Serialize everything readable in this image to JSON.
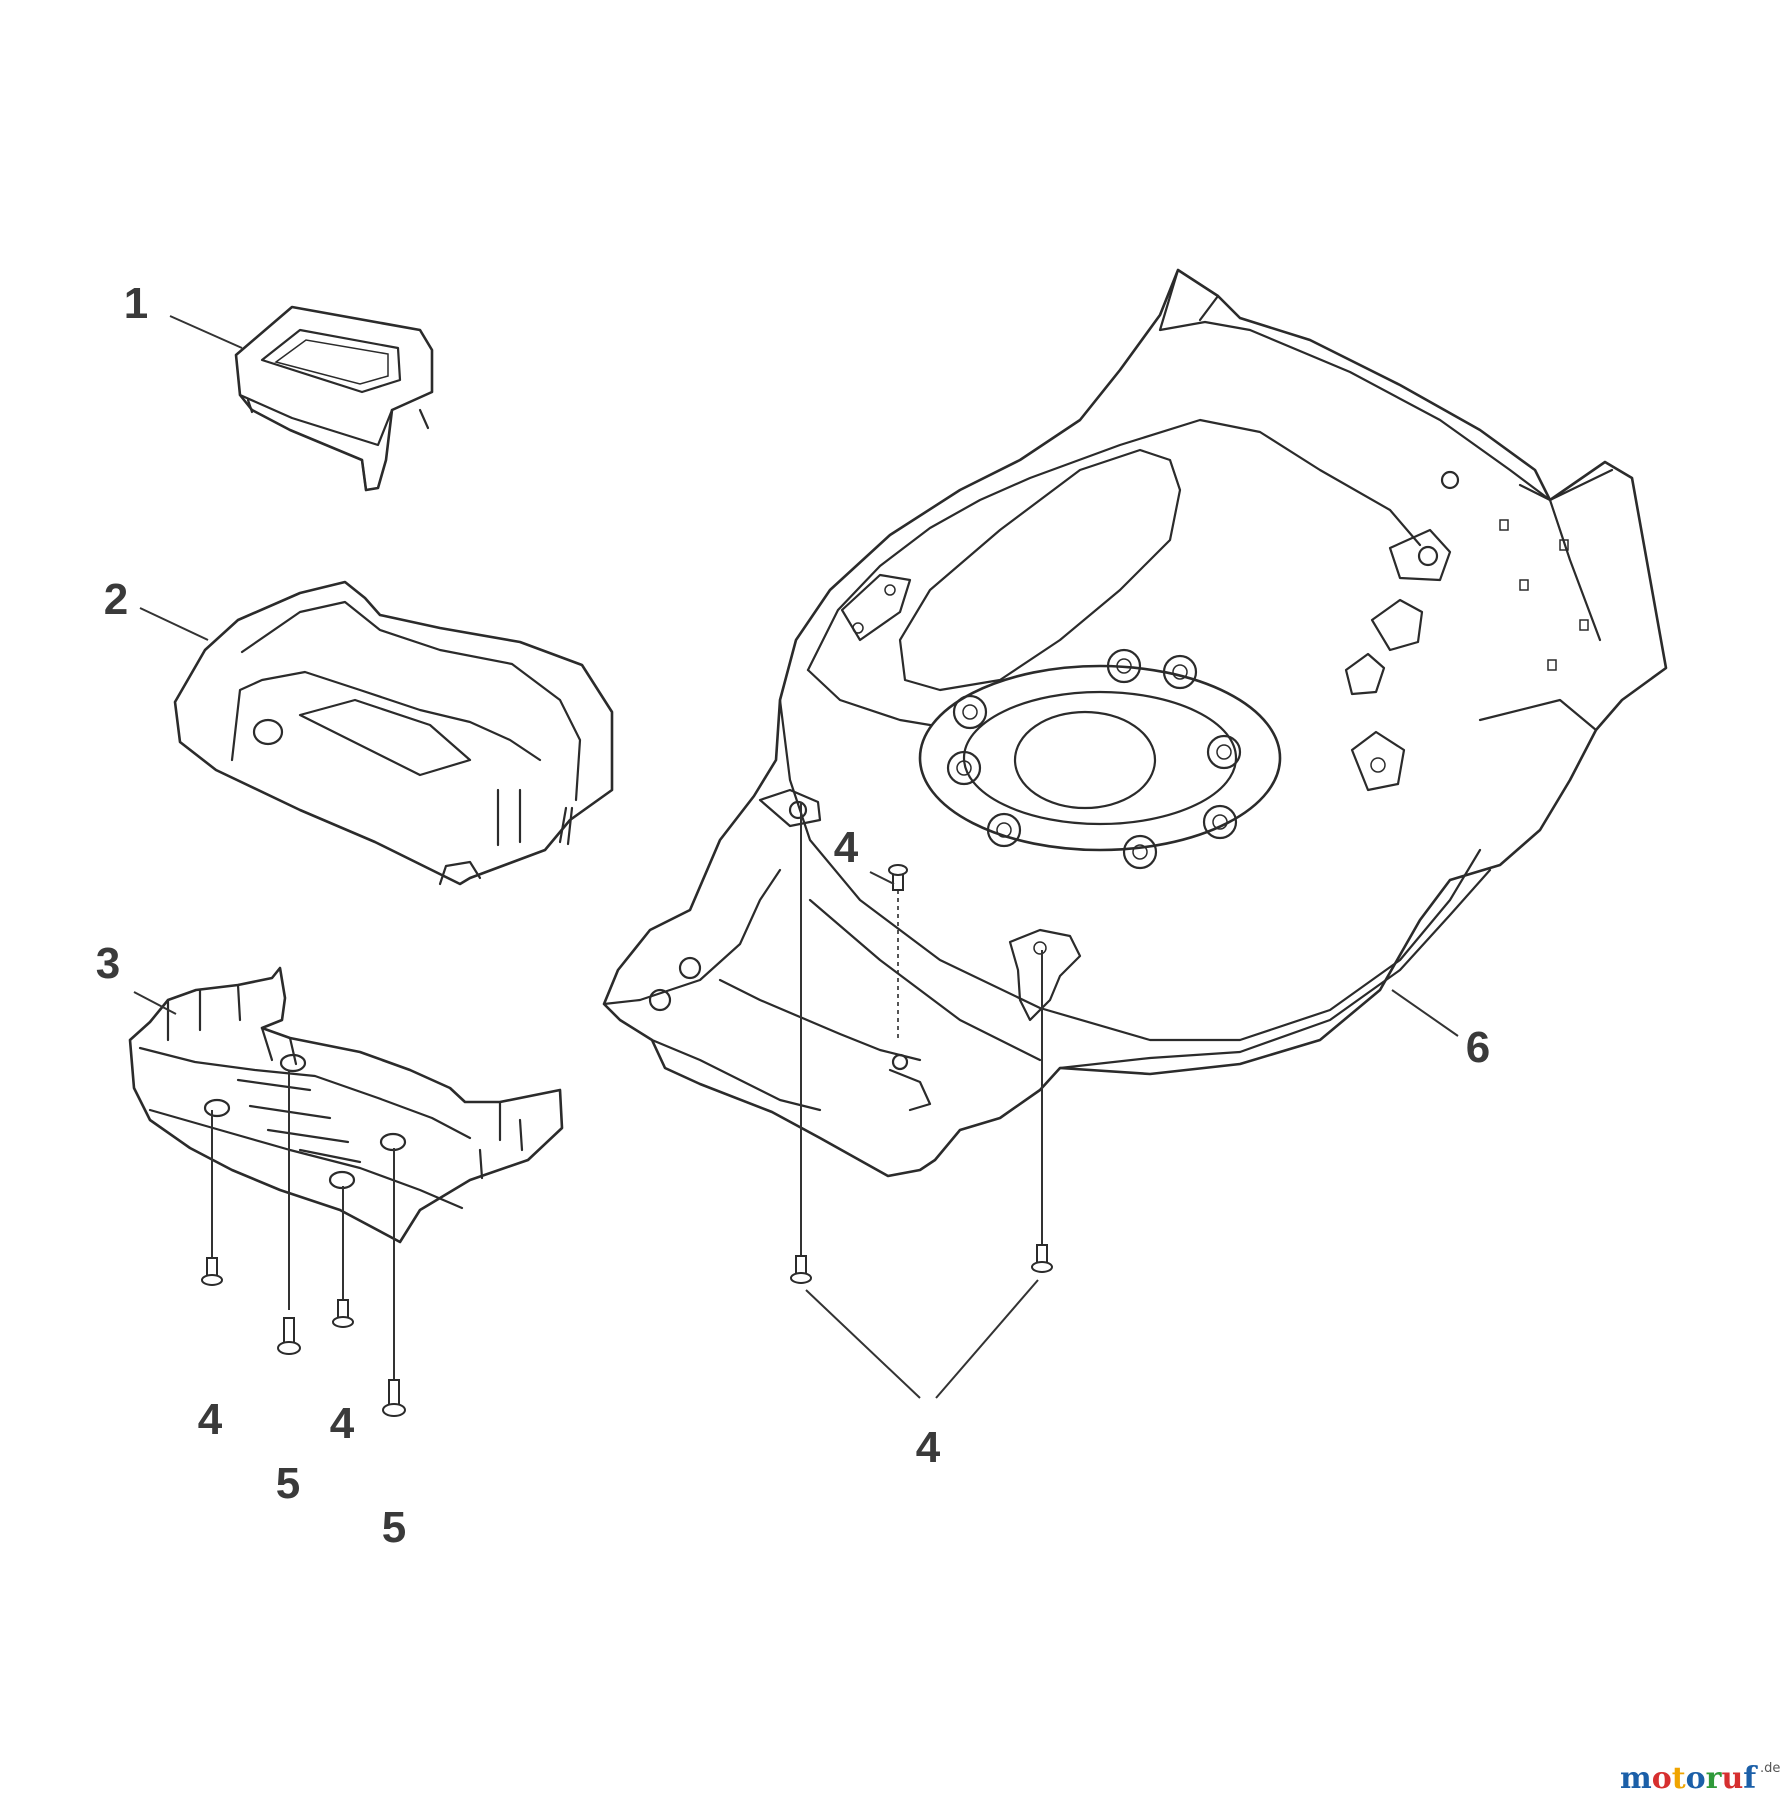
{
  "callouts": [
    {
      "id": "c1",
      "label": "1"
    },
    {
      "id": "c2",
      "label": "2"
    },
    {
      "id": "c3",
      "label": "3"
    },
    {
      "id": "c4a",
      "label": "4"
    },
    {
      "id": "c4b",
      "label": "4"
    },
    {
      "id": "c4c",
      "label": "4"
    },
    {
      "id": "c4d",
      "label": "4"
    },
    {
      "id": "c5a",
      "label": "5"
    },
    {
      "id": "c5b",
      "label": "5"
    },
    {
      "id": "c6",
      "label": "6"
    }
  ],
  "watermark": {
    "letters": [
      "m",
      "o",
      "t",
      "o",
      "r",
      "u",
      "f"
    ],
    "letter_colors": [
      "#1b5fa8",
      "#d62f2f",
      "#f0a400",
      "#1b5fa8",
      "#2f9a3a",
      "#d62f2f",
      "#1b5fa8"
    ],
    "suffix": ".de"
  }
}
